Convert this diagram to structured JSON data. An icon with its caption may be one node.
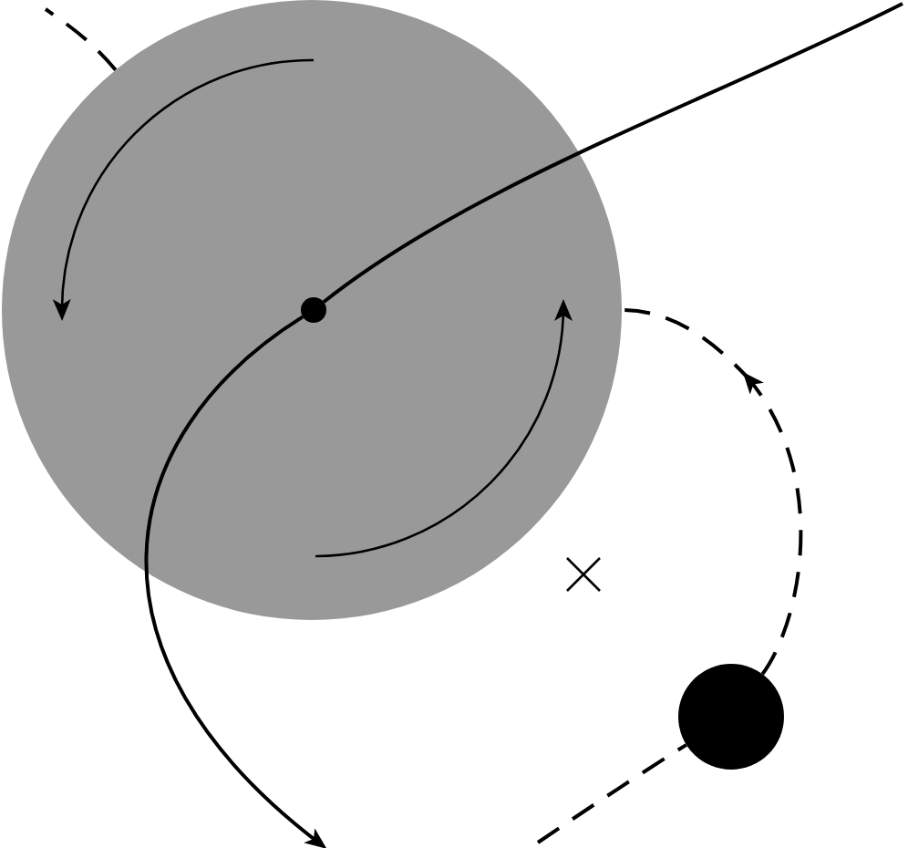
{
  "diagram": {
    "nodes": [
      {
        "text": [],
        "shape": "circle"
      },
      {
        "text": [],
        "shape": "circle",
        "in": 0
      },
      {
        "text": [],
        "shape": "circle"
      }
    ],
    "edges": [
      {
        "from": null,
        "to": 1,
        "arrow": "none"
      },
      {
        "from": 1,
        "to": null,
        "arrow": "to"
      },
      {
        "from": null,
        "to": 2,
        "arrow": "none",
        "style": "dashed"
      },
      {
        "from": 2,
        "to": null,
        "arrow": "to",
        "style": "dashed"
      },
      {
        "from": 0,
        "to": null,
        "arrow": "none",
        "style": "dashed"
      },
      {
        "from": null,
        "to": 0,
        "arrow": "none",
        "style": "dashed"
      }
    ]
  }
}
